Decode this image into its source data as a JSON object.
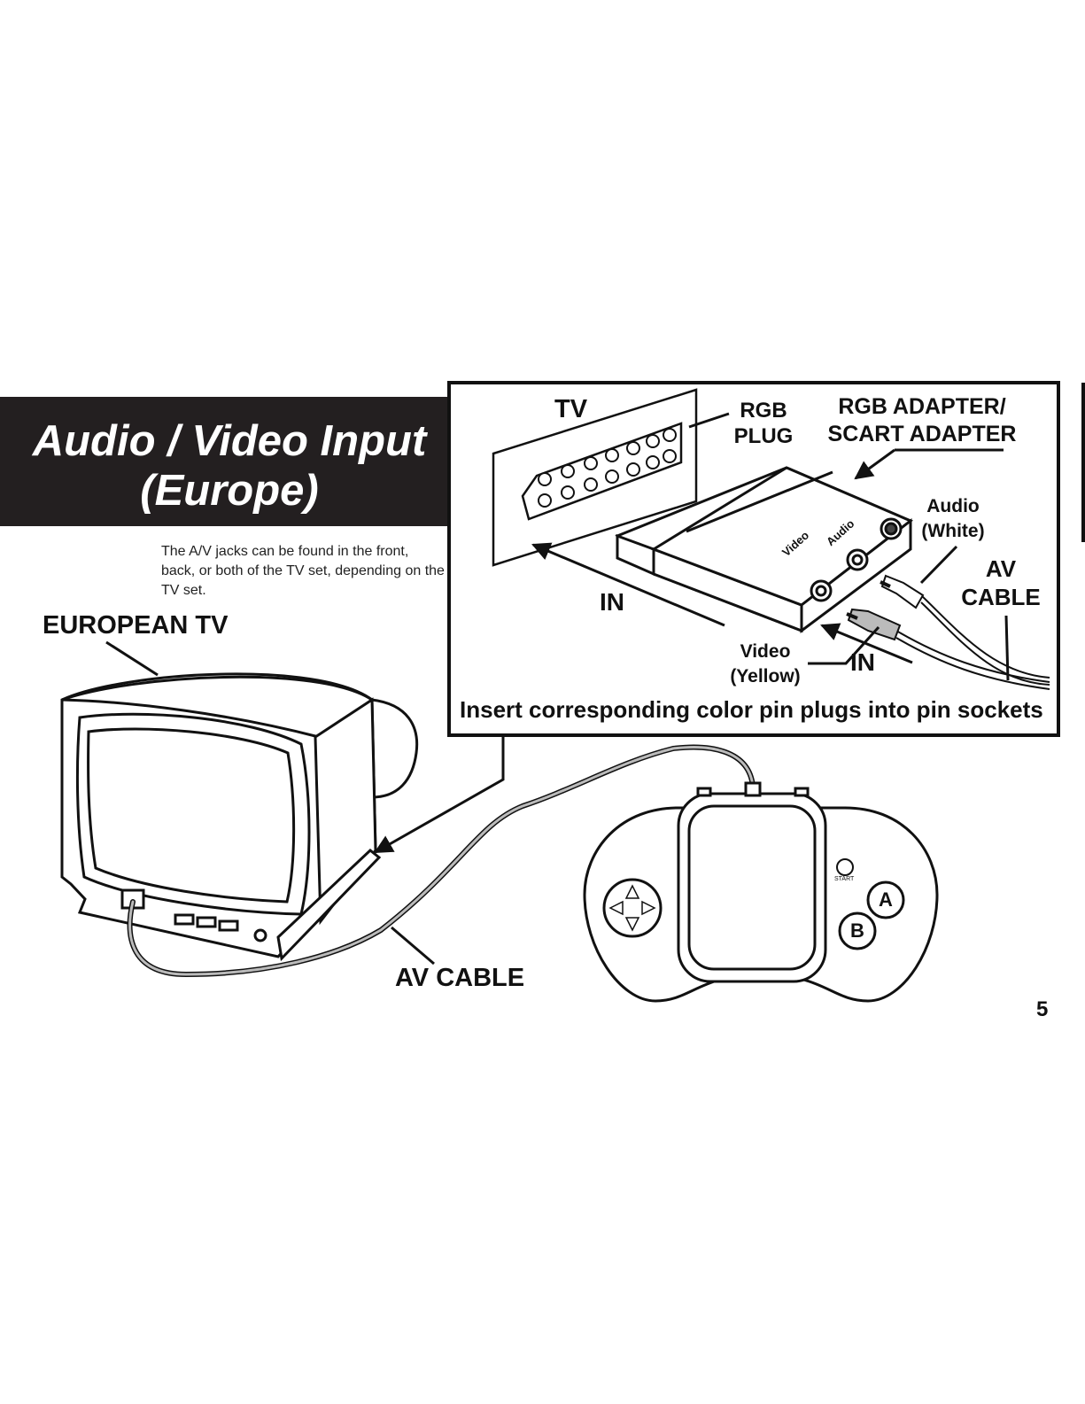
{
  "title": {
    "line1": "Audio / Video Input",
    "line2": "(Europe)"
  },
  "intro_text": "The A/V jacks can be found in the front, back, or both of the TV set, depending on the TV set.",
  "labels": {
    "european_tv": "EUROPEAN TV",
    "av_cable_bottom": "AV CABLE",
    "tv": "TV",
    "rgb_plug_1": "RGB",
    "rgb_plug_2": "PLUG",
    "adapter_1": "RGB ADAPTER/",
    "adapter_2": "SCART ADAPTER",
    "audio_1": "Audio",
    "audio_2": "(White)",
    "av_cable_1": "AV",
    "av_cable_2": "CABLE",
    "in_left": "IN",
    "in_right": "IN",
    "video_1": "Video",
    "video_2": "(Yellow)",
    "adapter_video": "Video",
    "adapter_audio": "Audio",
    "instruction": "Insert corresponding color pin plugs into pin sockets",
    "start": "START",
    "button_a": "A",
    "button_b": "B"
  },
  "page_number": "5",
  "colors": {
    "band": "#231f20",
    "ink": "#111111",
    "cable": "#bbbbbb"
  }
}
